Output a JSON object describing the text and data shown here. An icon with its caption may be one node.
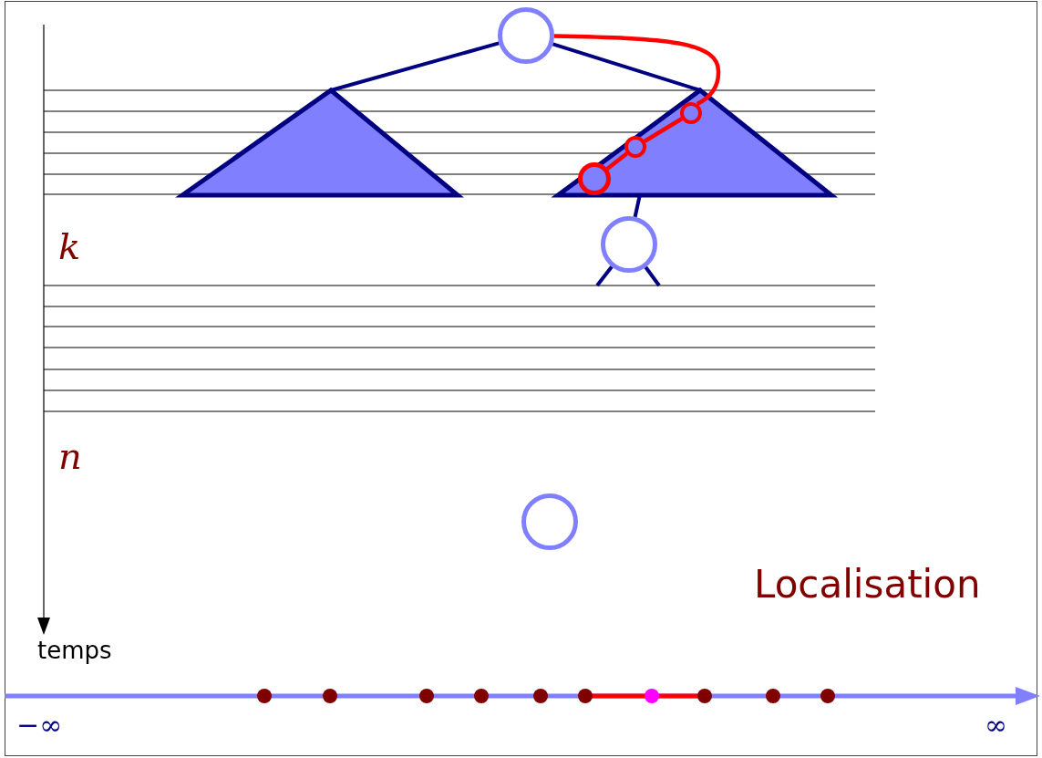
{
  "diagram": {
    "nodes": [
      {
        "text": [],
        "shape": "circle"
      },
      {
        "text": [],
        "shape": "triangle"
      },
      {
        "text": [],
        "shape": "triangle"
      },
      {
        "text": [],
        "shape": "circle",
        "in": 2
      },
      {
        "text": [],
        "shape": "circle",
        "in": 2
      },
      {
        "text": [],
        "shape": "circle",
        "in": 2
      },
      {
        "text": [],
        "shape": "circle"
      },
      {
        "text": [],
        "shape": "circle"
      }
    ],
    "edges": [
      {
        "from": 0,
        "to": 1,
        "arrow": "none"
      },
      {
        "from": 0,
        "to": 2,
        "arrow": "none"
      },
      {
        "from": 0,
        "to": 3,
        "arrow": "none",
        "color": "#ff0000"
      },
      {
        "from": 3,
        "to": 4,
        "arrow": "none",
        "color": "#ff0000"
      },
      {
        "from": 4,
        "to": 5,
        "arrow": "none",
        "color": "#ff0000"
      },
      {
        "from": 6,
        "to": 2,
        "arrow": "none"
      },
      {
        "from": 6,
        "to": null,
        "arrow": "none"
      },
      {
        "from": 6,
        "to": null,
        "arrow": "none"
      }
    ],
    "labels": [
      "k",
      "n",
      "Localisation",
      "temps",
      "−∞",
      "∞"
    ]
  }
}
